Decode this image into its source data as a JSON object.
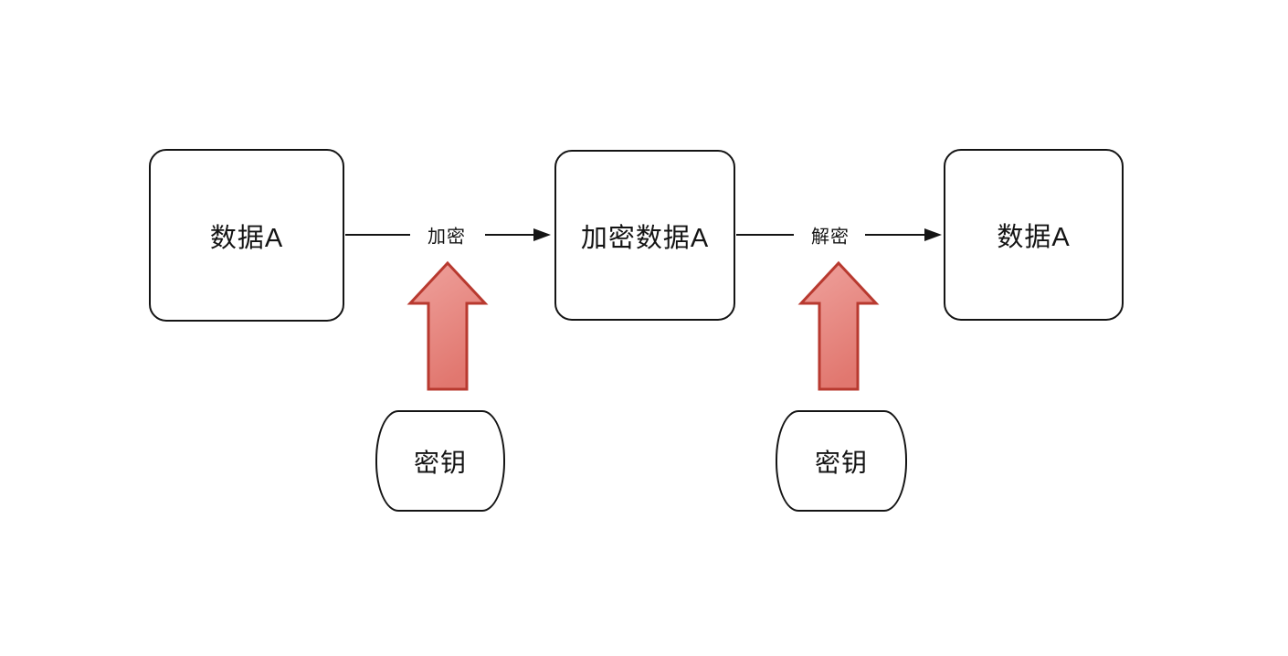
{
  "diagram": {
    "title_semantics": "symmetric-encryption-flow",
    "nodes": {
      "source": {
        "label": "数据A"
      },
      "encrypted": {
        "label": "加密数据A"
      },
      "result": {
        "label": "数据A"
      },
      "key_encrypt": {
        "label": "密钥"
      },
      "key_decrypt": {
        "label": "密钥"
      }
    },
    "edges": {
      "encrypt": {
        "label": "加密"
      },
      "decrypt": {
        "label": "解密"
      }
    },
    "colors": {
      "background": "#ffffff",
      "box_border": "#141414",
      "text": "#141414",
      "connector_line": "#141414",
      "key_arrow_fill_top": "#efa29d",
      "key_arrow_fill_bottom": "#e1776f",
      "key_arrow_stroke": "#b8392f"
    }
  }
}
